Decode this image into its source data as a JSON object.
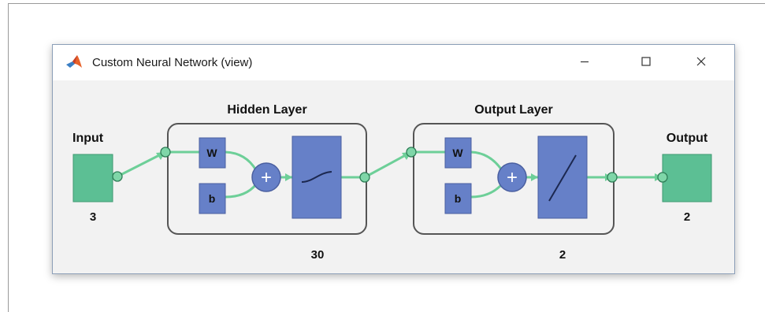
{
  "window": {
    "title": "Custom Neural Network (view)",
    "controls": [
      "minimize",
      "maximize",
      "close"
    ]
  },
  "diagram": {
    "input": {
      "label": "Input",
      "size": "3"
    },
    "hidden_layer": {
      "title": "Hidden Layer",
      "weight_label": "W",
      "bias_label": "b",
      "sum_symbol": "+",
      "transfer_function": "tansig",
      "size": "30"
    },
    "output_layer": {
      "title": "Output Layer",
      "weight_label": "W",
      "bias_label": "b",
      "sum_symbol": "+",
      "transfer_function": "purelin",
      "size": "2"
    },
    "output": {
      "label": "Output",
      "size": "2"
    },
    "colors": {
      "io_box": "#5cbf94",
      "block": "#6680c8",
      "connector": "#6dcf98",
      "node": "#7fd6a8",
      "layer_border": "#555555"
    }
  }
}
